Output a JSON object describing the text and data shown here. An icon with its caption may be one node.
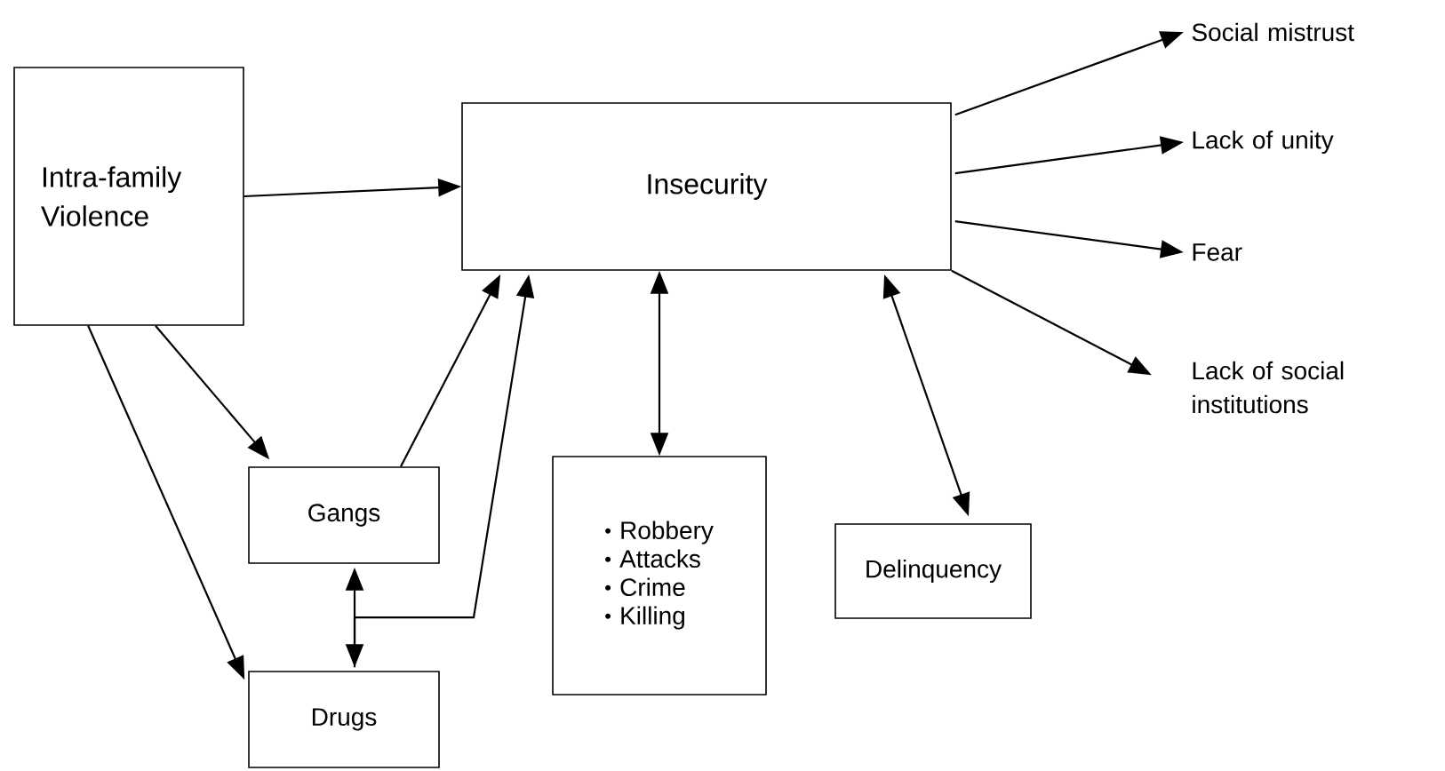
{
  "diagram": {
    "nodes": [
      {
        "text": [
          "Intra-family Violence"
        ]
      },
      {
        "text": [
          "Insecurity"
        ]
      },
      {
        "text": [
          "Social mistrust"
        ]
      },
      {
        "text": [
          "Lack of unity"
        ]
      },
      {
        "text": [
          "Fear"
        ]
      },
      {
        "text": [
          "Lack of social institutions"
        ]
      },
      {
        "text": [
          "Gangs"
        ]
      },
      {
        "text": [
          "Robbery",
          "Attacks",
          "Crime",
          "Killing"
        ]
      },
      {
        "text": [
          "Delinquency"
        ]
      },
      {
        "text": [
          "Drugs"
        ]
      }
    ],
    "edges": [
      {
        "from": 0,
        "to": 1,
        "arrow": "to"
      },
      {
        "from": 1,
        "to": 2,
        "arrow": "to"
      },
      {
        "from": 1,
        "to": 3,
        "arrow": "to"
      },
      {
        "from": 1,
        "to": 4,
        "arrow": "to"
      },
      {
        "from": 1,
        "to": 5,
        "arrow": "to"
      },
      {
        "from": 0,
        "to": 6,
        "arrow": "to"
      },
      {
        "from": 0,
        "to": 9,
        "arrow": "to"
      },
      {
        "from": 6,
        "to": 1,
        "arrow": "to"
      },
      {
        "from": 6,
        "to": 9,
        "arrow": "both"
      },
      {
        "from": 9,
        "to": 1,
        "arrow": "to"
      },
      {
        "from": 1,
        "to": 7,
        "arrow": "both"
      },
      {
        "from": 1,
        "to": 8,
        "arrow": "both"
      }
    ]
  }
}
